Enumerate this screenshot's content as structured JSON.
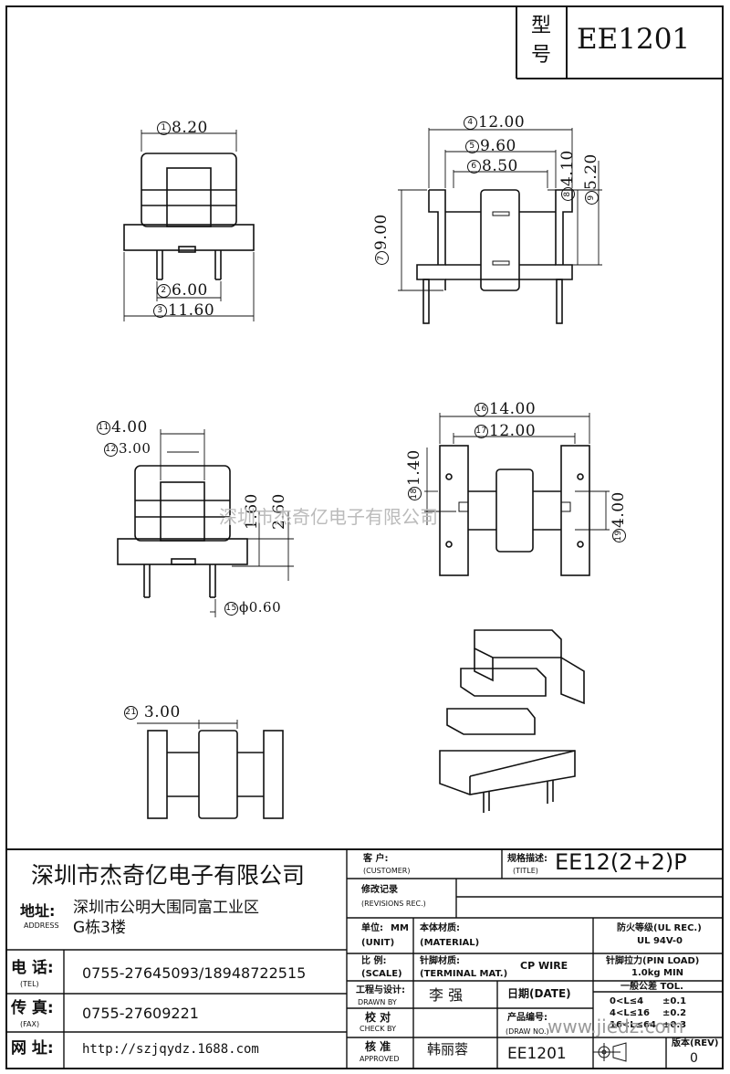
{
  "title_block": {
    "model_label": "型\n号",
    "model_label_1": "型",
    "model_label_2": "号",
    "model_value": "EE1201"
  },
  "dimensions": {
    "top_left": {
      "d1": "8.20",
      "d1_num": "1",
      "d2": "6.00",
      "d2_num": "2",
      "d3": "11.60",
      "d3_num": "3"
    },
    "top_right": {
      "d4": "12.00",
      "d4_num": "4",
      "d5": "9.60",
      "d5_num": "5",
      "d6": "8.50",
      "d6_num": "6",
      "d7": "9.00",
      "d7_num": "7",
      "d8": "4.10",
      "d8_num": "8",
      "d9": "5.20",
      "d9_num": "9"
    },
    "mid_left": {
      "d11": "4.00",
      "d11_num": "11",
      "d12": "3.00",
      "d12_num": "12",
      "d13": "1.60",
      "d14": "2.60",
      "d15": "0.60",
      "d15_num": "15",
      "d15_prefix": "ϕ"
    },
    "mid_right": {
      "d16": "14.00",
      "d16_num": "16",
      "d17": "12.00",
      "d17_num": "17",
      "d18": "1.40",
      "d18_num": "18",
      "d19": "4.00",
      "d19_num": "19"
    },
    "bottom_left": {
      "d21": "3.00",
      "d21_num": "21"
    }
  },
  "watermark": "深圳市杰奇亿电子有限公司",
  "footer": {
    "company": "深圳市杰奇亿电子有限公司",
    "address_label": "地址:",
    "address_label_en": "ADDRESS",
    "address_line1": "深圳市公明大围同富工业区",
    "address_line2": "G栋3楼",
    "tel_label": "电 话:",
    "tel_label_en": "(TEL)",
    "tel_value": "0755-27645093/18948722515",
    "fax_label": "传 真:",
    "fax_label_en": "(FAX)",
    "fax_value": "0755-27609221",
    "web_label": "网 址:",
    "web_value": "http://szjqydz.1688.com",
    "customer_label": "客 户:",
    "customer_label_en": "(CUSTOMER)",
    "title_label": "规格描述:",
    "title_label_en": "(TITLE)",
    "title_value": "EE12(2+2)P",
    "revisions_label": "修改记录",
    "revisions_label_en": "(REVISIONS REC.)",
    "unit_label": "单位:",
    "unit_value": "MM",
    "unit_label_en": "(UNIT)",
    "material_label": "本体材质:",
    "material_label_en": "(MATERIAL)",
    "fire_label": "防火等级(UL REC.)",
    "fire_value": "UL 94V-0",
    "scale_label": "比 例:",
    "scale_label_en": "(SCALE)",
    "terminal_label": "针脚材质:",
    "terminal_label_en": "(TERMINAL MAT.)",
    "terminal_value": "CP WIRE",
    "pin_load_label": "针脚拉力(PIN LOAD)",
    "pin_load_value": "1.0kg MIN",
    "drawn_label": "工程与设计:",
    "drawn_label_en": "DRAWN BY",
    "drawn_value": "李 强",
    "date_label": "日期(DATE)",
    "tolerance_label": "一般公差 TOL.",
    "tol1": "0<L≤4",
    "tol1v": "±0.1",
    "tol2": "4<L≤16",
    "tol2v": "±0.2",
    "tol3": "16<L≤64",
    "tol3v": "±0.3",
    "check_label": "校 对",
    "check_label_en": "CHECK BY",
    "drawing_no_label": "产品编号:",
    "drawing_no_label_en": "(DRAW NO.)",
    "approved_label": "核 准",
    "approved_label_en": "APPROVED",
    "approved_value": "韩丽蓉",
    "drawing_no_value": "EE1201",
    "rev_label": "版本(REV)",
    "rev_value": "0",
    "watermark_url": "www.jiedz.com"
  }
}
